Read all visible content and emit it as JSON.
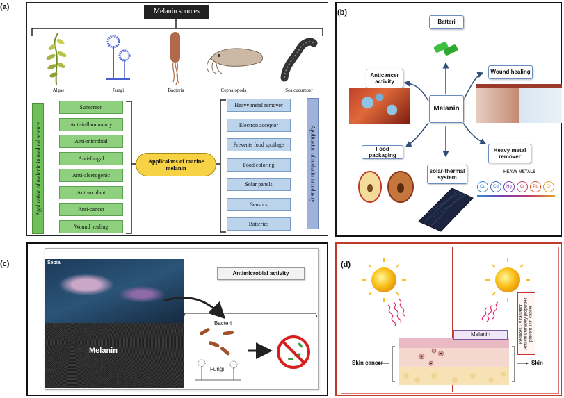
{
  "panels": {
    "a": {
      "label": "(a)",
      "title": "Melanin sources",
      "sources": [
        "Algae",
        "Fungi",
        "Bacteria",
        "Cephalopoda",
        "Sea cucumber"
      ],
      "left_header": "Application of melanin in medical science",
      "right_header": "Application of melanin in industry",
      "center": "Applicaions of marine melanin",
      "medical": [
        "Sunscreen",
        "Anti-inflammatory",
        "Anti-microbial",
        "Anti-fungal",
        "Anti-alcerogenic",
        "Anti-oxidant",
        "Anti-cancer",
        "Wound healing"
      ],
      "industry": [
        "Heavy metal remover",
        "Electron acceptor",
        "Prevents food spoilage",
        "Food coloring",
        "Solar panels",
        "Sensors",
        "Batteries"
      ]
    },
    "b": {
      "label": "(b)",
      "center": "Melanin",
      "nodes": {
        "batteri": "Batteri",
        "anticancer": "Anticancer activity",
        "wound": "Wound healing",
        "food": "Food packaging",
        "solar": "solar-thermal system",
        "heavy": "Heavy metal remover"
      },
      "heavy_metals_title": "HEAVY METALS",
      "metals": [
        "Cu",
        "Cd",
        "Hg",
        "Cr",
        "Pb",
        "Cr"
      ]
    },
    "c": {
      "label": "(c)",
      "sepia": "Sepia",
      "title": "Antimicrobial activity",
      "melanin": "Melanin",
      "bacteri": "Bacteri",
      "fungi": "Fungi"
    },
    "d": {
      "label": "(d)",
      "melanin": "Melanin",
      "effects": [
        "Reduces UV radiation",
        "Anti-inflammatory properties",
        "prevent skin cancer"
      ],
      "skin_cancer": "Skin cancer",
      "skin": "Skin"
    }
  },
  "colors": {
    "green_box": "#8fd07f",
    "blue_box": "#bcd3ec",
    "center_fill": "#f6d244",
    "panel_d_border": "#c0392b"
  }
}
